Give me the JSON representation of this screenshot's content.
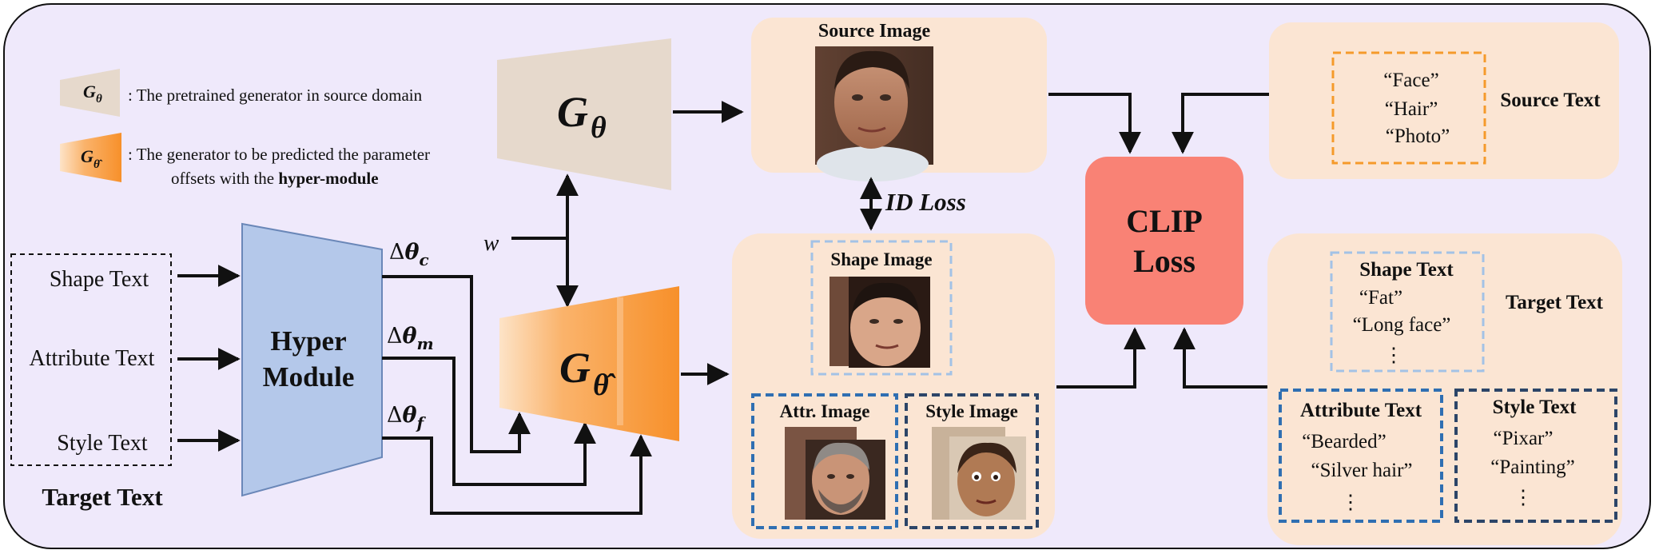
{
  "legend": {
    "pretrained_symbol": "G",
    "pretrained_sub": "θ",
    "pretrained_desc": ": The pretrained generator in source domain",
    "predicted_symbol": "G",
    "predicted_sub": "θ̂",
    "predicted_desc_line1": ": The generator to be predicted the parameter",
    "predicted_desc_line2_prefix": "offsets with the ",
    "predicted_desc_line2_bold": "hyper-module"
  },
  "target_text_panel": {
    "items": [
      "Shape Text",
      "Attribute Text",
      "Style Text"
    ],
    "title": "Target Text"
  },
  "hyper_module": {
    "line1": "Hyper",
    "line2": "Module"
  },
  "offsets": {
    "c": {
      "delta": "Δ",
      "theta": "θ",
      "sub": "c"
    },
    "m": {
      "delta": "Δ",
      "theta": "θ",
      "sub": "m"
    },
    "f": {
      "delta": "Δ",
      "theta": "θ",
      "sub": "f"
    }
  },
  "w_label": "w",
  "generators": {
    "source": {
      "symbol": "G",
      "sub": "θ"
    },
    "target": {
      "symbol": "G",
      "sub": "θ̂"
    }
  },
  "source_image": {
    "title": "Source Image"
  },
  "id_loss": "ID Loss",
  "target_images": {
    "shape": "Shape Image",
    "attr": "Attr. Image",
    "style": "Style Image"
  },
  "clip_loss": {
    "line1": "CLIP",
    "line2": "Loss"
  },
  "source_text": {
    "items": [
      "“Face”",
      "“Hair”",
      "“Photo”"
    ],
    "title": "Source Text"
  },
  "target_text": {
    "title": "Target Text",
    "shape": {
      "title": "Shape Text",
      "items": [
        "“Fat”",
        "“Long face”",
        "⋮"
      ]
    },
    "attr": {
      "title": "Attribute Text",
      "items": [
        "“Bearded”",
        "“Silver hair”",
        "⋮"
      ]
    },
    "style": {
      "title": "Style Text",
      "items": [
        "“Pixar”",
        "“Painting”",
        "⋮"
      ]
    }
  },
  "colors": {
    "panel_bg": "#efe9fb",
    "peach": "#fbe5d3",
    "hyper_blue": "#b4c8ea",
    "clip_red": "#f98275",
    "orange": "#f7962d",
    "source_gen": "#e6d9cc",
    "dash_orange": "#f59a2b",
    "dash_lightblue": "#a3c2e6",
    "dash_blue": "#2f6fb2",
    "dash_navy": "#2c4568"
  }
}
